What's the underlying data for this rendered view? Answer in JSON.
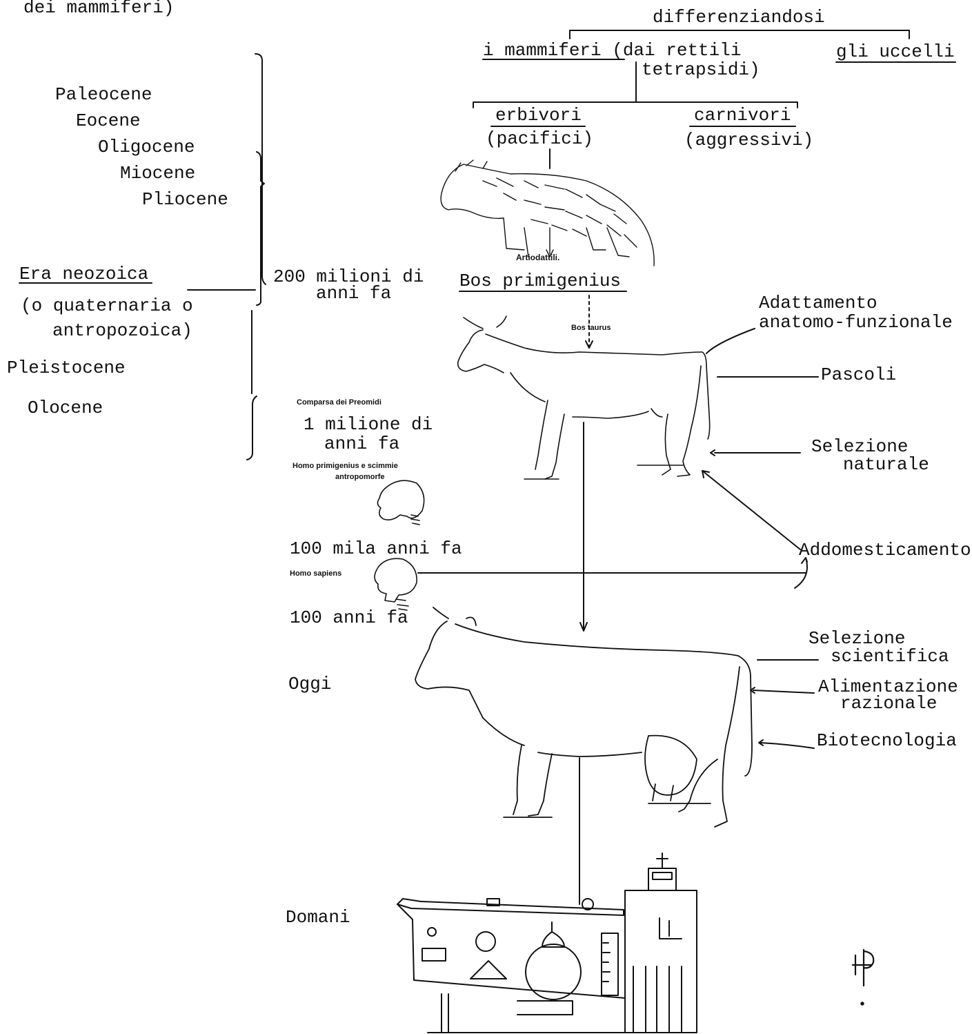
{
  "top_left": "dei mammiferi)",
  "top_right": "differenziandosi",
  "branch1": {
    "left": "i mammiferi (dai rettili",
    "left_cont": "tetrapsidi)",
    "right": "gli uccelli"
  },
  "branch2": {
    "left": "erbivori",
    "left_sub": "(pacifici)",
    "right": "carnivori",
    "right_sub": "(aggressivi)"
  },
  "epochs": [
    "Paleocene",
    "Eocene",
    "Oligocene",
    "Miocene",
    "Pliocene"
  ],
  "era": {
    "name": "Era neozoica",
    "alt1": "(o quaternaria o",
    "alt2": "antropozoica)",
    "pleistocene": "Pleistocene",
    "olocene": "Olocene"
  },
  "timeline": {
    "t200_1": "200 milioni di",
    "t200_2": "anni fa",
    "comparsa": "Comparsa dei Preomidi",
    "t1m_1": "1 milione di",
    "t1m_2": "anni fa",
    "homo_prim_1": "Homo primigenius e scimmie",
    "homo_prim_2": "antropomorfe",
    "t100k": "100 mila anni fa",
    "homo_sapiens": "Homo sapiens",
    "t100": "100 anni fa",
    "oggi": "Oggi",
    "domani": "Domani"
  },
  "animals": {
    "artiodattili": "Artiodattili.",
    "bos_primigenius": "Bos primigenius",
    "bos_taurus": "Bos taurus"
  },
  "factors_right": {
    "adattamento_1": "Adattamento",
    "adattamento_2": "anatomo-funzionale",
    "pascoli": "Pascoli",
    "selezione_nat_1": "Selezione",
    "selezione_nat_2": "naturale",
    "addomesticamento": "Addomesticamento",
    "selezione_sci_1": "Selezione",
    "selezione_sci_2": "scientifica",
    "alimentazione_1": "Alimentazione",
    "alimentazione_2": "razionale",
    "biotecnologia": "Biotecnologia"
  },
  "colors": {
    "ink": "#111111",
    "paper": "#ffffff"
  },
  "icons": [
    "primitive-ox-drawing",
    "cow-drawing",
    "dairy-cow-drawing",
    "primate-head-icon",
    "human-head-icon",
    "milking-machine-drawing",
    "monogram-signature"
  ]
}
